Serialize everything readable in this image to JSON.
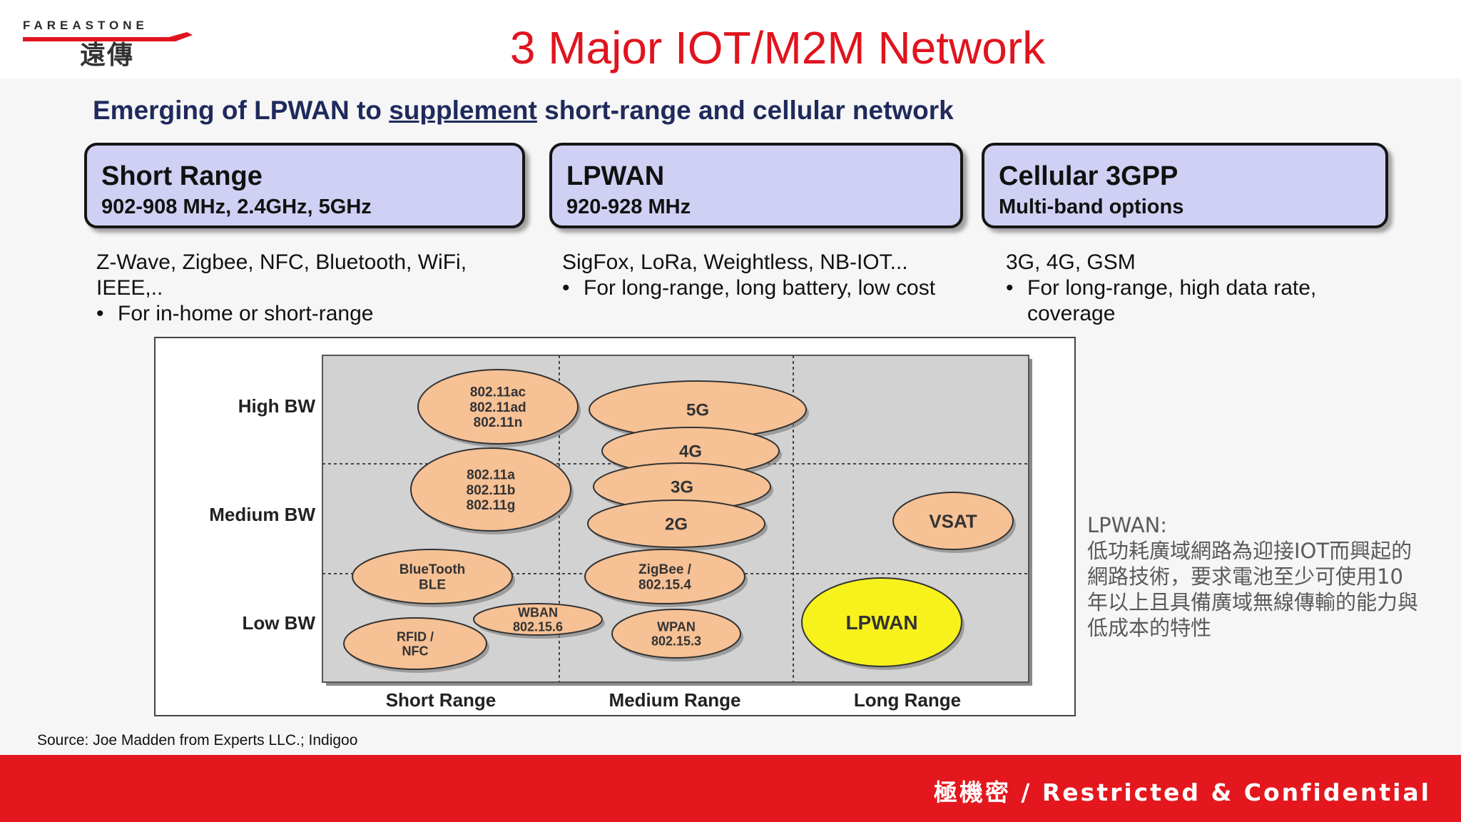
{
  "logo": {
    "english": "FAREASTONE",
    "chinese": "遠傳"
  },
  "title": "3 Major IOT/M2M Network",
  "subtitle": {
    "before": "Emerging of LPWAN to ",
    "underlined": "supplement",
    "after": " short-range and cellular network"
  },
  "cards": [
    {
      "title": "Short Range",
      "sub": "902-908 MHz, 2.4GHz, 5GHz"
    },
    {
      "title": "LPWAN",
      "sub": "920-928 MHz"
    },
    {
      "title": "Cellular 3GPP",
      "sub": "Multi-band options"
    }
  ],
  "descriptions": [
    {
      "lines": [
        "Z-Wave, Zigbee, NFC, Bluetooth, WiFi,",
        "IEEE,.."
      ],
      "bullet": "For in-home or short-range"
    },
    {
      "lines": [
        "SigFox, LoRa, Weightless, NB-IOT..."
      ],
      "bullet": "For long-range, long battery, low cost"
    },
    {
      "lines": [
        "3G, 4G, GSM"
      ],
      "bullet": "For long-range, high data rate, coverage"
    }
  ],
  "chart_data": {
    "type": "scatter",
    "y_categories": [
      "High BW",
      "Medium BW",
      "Low BW"
    ],
    "x_categories": [
      "Short Range",
      "Medium Range",
      "Long Range"
    ],
    "grid": "dashed",
    "colors": {
      "bubble": "#f6c195",
      "highlight": "#f7f21c",
      "background": "#d2d2d2"
    },
    "bubbles": [
      {
        "label": [
          "802.11ac",
          "802.11ad",
          "802.11n"
        ],
        "range": "Short Range",
        "bandwidth": "High BW"
      },
      {
        "label": [
          "5G"
        ],
        "range": "Medium Range",
        "bandwidth": "High BW"
      },
      {
        "label": [
          "4G"
        ],
        "range": "Medium Range",
        "bandwidth": "High BW"
      },
      {
        "label": [
          "802.11a",
          "802.11b",
          "802.11g"
        ],
        "range": "Short Range",
        "bandwidth": "Medium BW"
      },
      {
        "label": [
          "3G"
        ],
        "range": "Medium Range",
        "bandwidth": "Medium BW"
      },
      {
        "label": [
          "2G"
        ],
        "range": "Medium Range",
        "bandwidth": "Medium BW"
      },
      {
        "label": [
          "VSAT"
        ],
        "range": "Long Range",
        "bandwidth": "Medium BW"
      },
      {
        "label": [
          "BlueTooth",
          "BLE"
        ],
        "range": "Short Range",
        "bandwidth": "Low BW"
      },
      {
        "label": [
          "ZigBee /",
          "802.15.4"
        ],
        "range": "Medium Range",
        "bandwidth": "Low BW"
      },
      {
        "label": [
          "WBAN",
          "802.15.6"
        ],
        "range": "Short Range",
        "bandwidth": "Low BW"
      },
      {
        "label": [
          "RFID /",
          "NFC"
        ],
        "range": "Short Range",
        "bandwidth": "Low BW"
      },
      {
        "label": [
          "WPAN",
          "802.15.3"
        ],
        "range": "Medium Range",
        "bandwidth": "Low BW"
      },
      {
        "label": [
          "LPWAN"
        ],
        "range": "Long Range",
        "bandwidth": "Low BW",
        "highlight": true
      }
    ]
  },
  "note": {
    "heading": "LPWAN:",
    "lines": [
      "低功耗廣域網路為迎接IOT而興起的",
      "網路技術，要求電池至少可使用10",
      "年以上且具備廣域無線傳輸的能力與",
      "低成本的特性"
    ]
  },
  "source": "Source: Joe Madden from Experts LLC.; Indigoo",
  "footer": "極機密 / Restricted & Confidential"
}
